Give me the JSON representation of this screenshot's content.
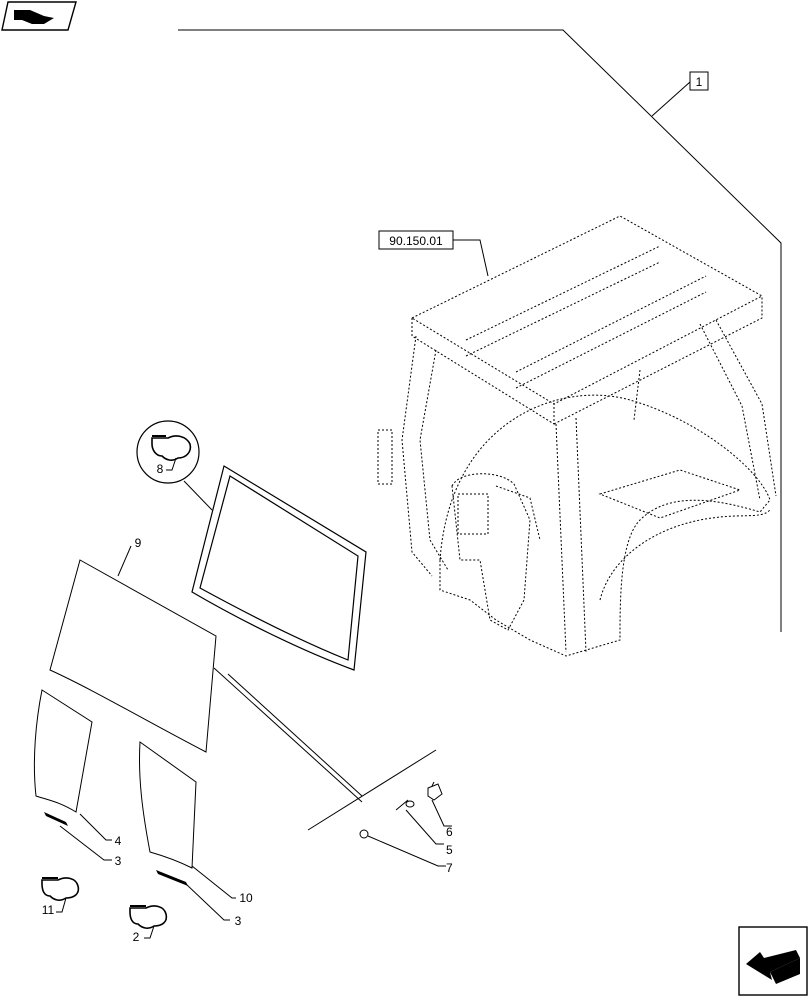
{
  "diagram": {
    "callouts": [
      {
        "id": "c1",
        "text": "1"
      },
      {
        "id": "c2",
        "text": "2"
      },
      {
        "id": "c3a",
        "text": "3"
      },
      {
        "id": "c3b",
        "text": "3"
      },
      {
        "id": "c4",
        "text": "4"
      },
      {
        "id": "c5",
        "text": "5"
      },
      {
        "id": "c6",
        "text": "6"
      },
      {
        "id": "c7",
        "text": "7"
      },
      {
        "id": "c8",
        "text": "8"
      },
      {
        "id": "c9",
        "text": "9"
      },
      {
        "id": "c10",
        "text": "10"
      },
      {
        "id": "c11",
        "text": "11"
      }
    ],
    "reference": "90.150.01"
  },
  "colors": {
    "line": "#000000",
    "background": "#ffffff"
  },
  "icons": {
    "top_left": "view-direction-icon",
    "bottom_right": "next-page-arrow-icon"
  }
}
